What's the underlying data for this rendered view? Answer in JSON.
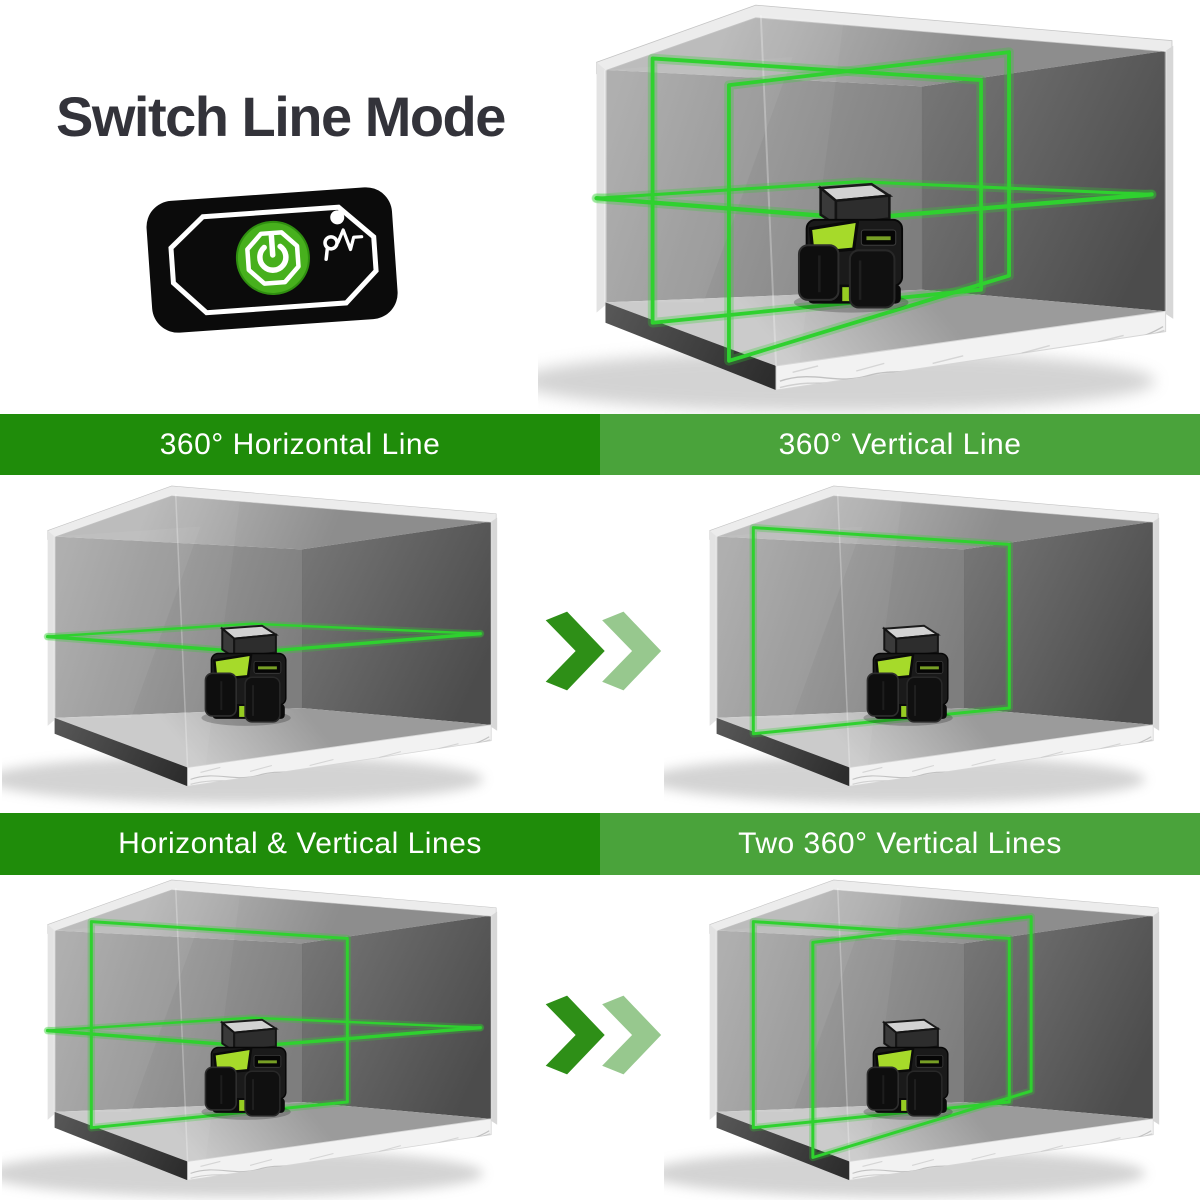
{
  "title": "Switch Line Mode",
  "banners": [
    {
      "left": "360° Horizontal Line",
      "right": "360° Vertical Line"
    },
    {
      "left": "Horizontal & Vertical Lines",
      "right": "Two 360° Vertical Lines"
    }
  ],
  "remote": {
    "power_icon": "power-icon",
    "pulse_icon": "pulse-mode-icon",
    "indicator": "indicator-dot"
  },
  "rooms": [
    {
      "id": "hero",
      "description": "all-lines",
      "modes": [
        "horizontal",
        "vertical_a",
        "vertical_b"
      ]
    },
    {
      "id": "mid_left",
      "description": "360-horizontal-line",
      "modes": [
        "horizontal"
      ]
    },
    {
      "id": "mid_right",
      "description": "360-vertical-line",
      "modes": [
        "vertical_a"
      ]
    },
    {
      "id": "bot_left",
      "description": "horizontal-and-vertical",
      "modes": [
        "horizontal",
        "vertical_a"
      ]
    },
    {
      "id": "bot_right",
      "description": "two-360-vertical",
      "modes": [
        "vertical_a",
        "vertical_b"
      ]
    }
  ],
  "colors": {
    "banner_left": "#1f8c0a",
    "banner_right": "#4aa33b",
    "banner_text": "#ffffff",
    "laser": "#2fd12f",
    "chevron_dark": "#2e8f17",
    "chevron_light": "#97c88e",
    "title_text": "#33333a",
    "power_green": "#47b01d"
  }
}
